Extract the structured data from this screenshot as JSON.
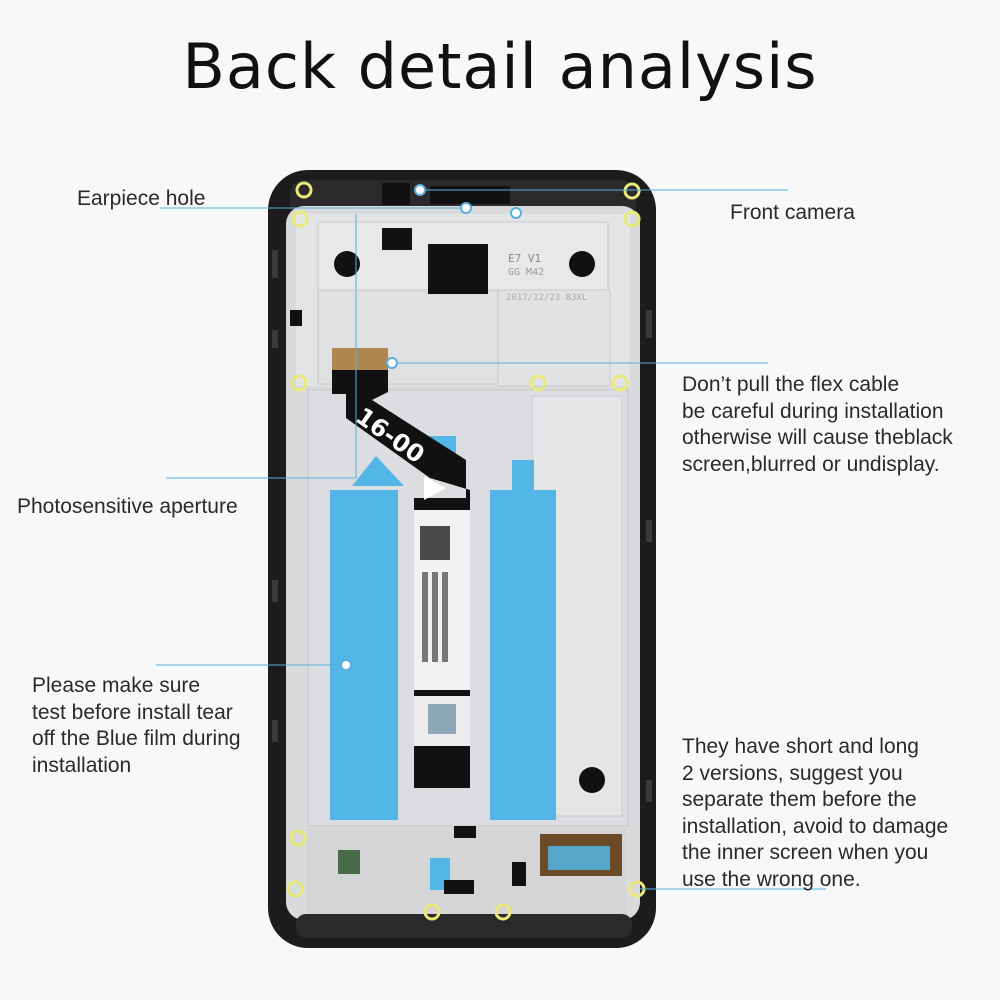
{
  "title": "Back detail analysis",
  "labels": {
    "earpiece": "Earpiece hole",
    "front_camera": "Front camera",
    "flex_cable": {
      "line1": "Don’t pull the flex cable",
      "line2": "be careful during installation",
      "line3": "otherwise will cause theblack",
      "line4": "screen,blurred or undisplay."
    },
    "photosensitive": "Photosensitive aperture",
    "blue_film": {
      "line1": "Please make sure",
      "line2": "test before install tear",
      "line3": "off the Blue film during",
      "line4": "installation"
    },
    "versions": {
      "line1": "They have short and long",
      "line2": "2 versions, suggest you",
      "line3": "separate them before the",
      "line4": "installation, avoid to damage",
      "line5": "the inner screen when you",
      "line6": "use the wrong one."
    }
  },
  "part_markings": {
    "flex_code": "16-00",
    "frame_code_1": "E7 V1",
    "frame_code_2": "GG M42",
    "frame_date": "2017/12/23 83XL"
  },
  "colors": {
    "accent": "#5aaee0",
    "blue_film": "#52b6e6",
    "screw_ring": "#e9ea7a",
    "frame": "#1c1c1c",
    "plate": "#d9dadc"
  },
  "icons": {
    "flex_arrow": "play-triangle-icon"
  }
}
